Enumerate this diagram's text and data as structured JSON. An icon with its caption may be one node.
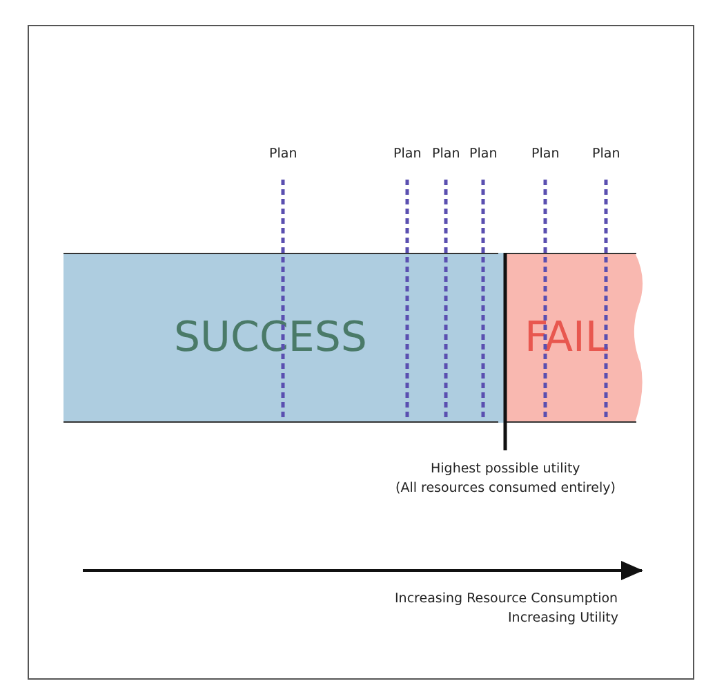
{
  "diagram": {
    "nodes": [
      {
        "text": [
          "SUCCESS"
        ]
      },
      {
        "text": [
          "FAIL"
        ]
      }
    ],
    "labels": [
      "Plan",
      "Plan",
      "Plan",
      "Plan",
      "Plan",
      "Plan",
      "Highest possible utility",
      "(All resources consumed entirely)",
      "Increasing Resource Consumption",
      "Increasing Utility"
    ]
  }
}
